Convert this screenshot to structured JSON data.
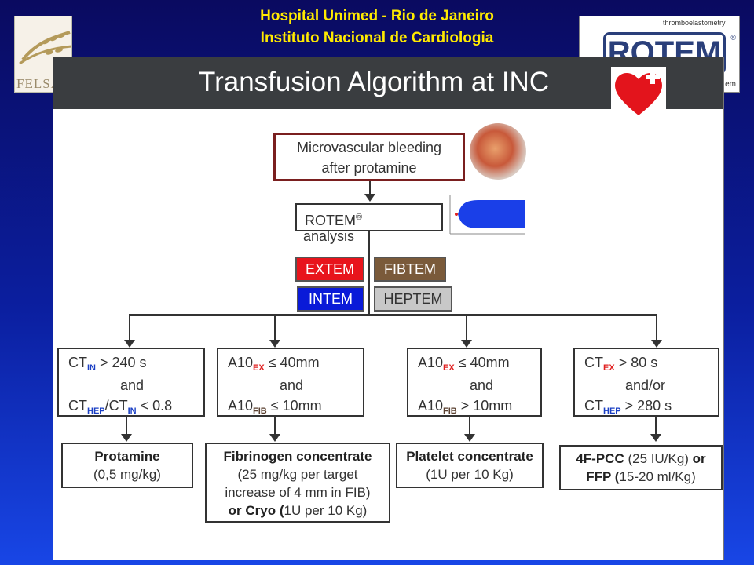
{
  "header": {
    "line1": "Hospital Unimed - Rio de Janeiro",
    "line2": "Instituto Nacional de Cardiologia",
    "left_logo_text": "FELSA",
    "right_logo_tag": "thromboelastometry",
    "right_logo_word": "ROTEM",
    "right_logo_reg": "®",
    "right_logo_tail": "em"
  },
  "slide": {
    "title": "Transfusion Algorithm at INC",
    "start_box": {
      "line1": "Microvascular bleeding",
      "line2": "after protamine"
    },
    "rotem_box": {
      "label": "ROTEM",
      "reg": "®",
      "sub": "analysis"
    },
    "tests": {
      "extem": "EXTEM",
      "fibtem": "FIBTEM",
      "intem": "INTEM",
      "heptem": "HEPTEM"
    },
    "criteria": [
      {
        "a_main": "CT",
        "a_sub": "IN",
        "a_rest": " > 240 s",
        "mid": "and",
        "c_main": "CT",
        "c_sub": "HEP",
        "c_mid": "/CT",
        "c_sub2": "IN",
        "c_rest": " < 0.8"
      },
      {
        "a_main": "A10",
        "a_sub": "EX",
        "a_rest": " ≤ 40mm",
        "mid": "and",
        "c_main": "A10",
        "c_sub": "FIB",
        "c_rest": " ≤ 10mm"
      },
      {
        "a_main": "A10",
        "a_sub": "EX",
        "a_rest": " ≤ 40mm",
        "mid": "and",
        "c_main": "A10",
        "c_sub": "FIB",
        "c_rest": " > 10mm"
      },
      {
        "a_main": "CT",
        "a_sub": "EX",
        "a_rest": " > 80 s",
        "mid": "and/or",
        "c_main": "CT",
        "c_sub": "HEP",
        "c_rest": " > 280 s"
      }
    ],
    "results": [
      {
        "title": "Protamine",
        "lines": [
          "(0,5 mg/kg)"
        ]
      },
      {
        "title": "Fibrinogen  concentrate",
        "lines": [
          "(25 mg/kg per target",
          "increase of 4 mm in FIB)"
        ],
        "tail_bold": "or Cryo (",
        "tail_rest": "1U per 10 Kg)"
      },
      {
        "title": "Platelet concentrate",
        "lines": [
          "(1U per 10 Kg)"
        ]
      },
      {
        "title_bold": "4F-PCC",
        "title_rest": " (25 IU/Kg) ",
        "title_bold2": "or",
        "line2_bold": "FFP (",
        "line2_rest": "15-20 ml/Kg)"
      }
    ]
  },
  "colors": {
    "extem": "#e8141c",
    "fibtem": "#7a5a3a",
    "intem": "#0a1ad8",
    "heptem": "#c8c8c8",
    "start_border": "#7a1f1f",
    "header_text": "#ffea00"
  }
}
